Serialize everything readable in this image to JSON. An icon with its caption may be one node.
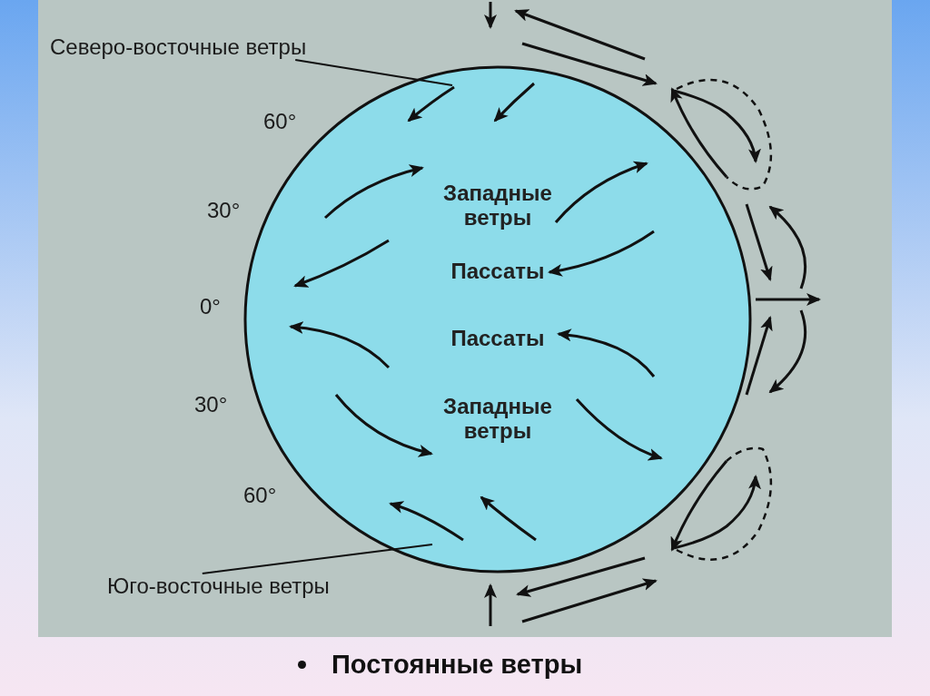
{
  "diagram": {
    "caption": "Постоянные ветры",
    "nodes": [
      {
        "text": [
          "Северо-восточные ветры"
        ]
      },
      {
        "text": [
          "Юго-восточные ветры"
        ]
      }
    ],
    "edges": [
      {
        "from": 0,
        "to": null,
        "arrow": "none"
      },
      {
        "from": 1,
        "to": null,
        "arrow": "none"
      }
    ],
    "labels": [
      "60°",
      "30°",
      "Западные ветры",
      "Пассаты",
      "0°",
      "Пассаты",
      "30°",
      "Западные ветры",
      "60°"
    ]
  }
}
